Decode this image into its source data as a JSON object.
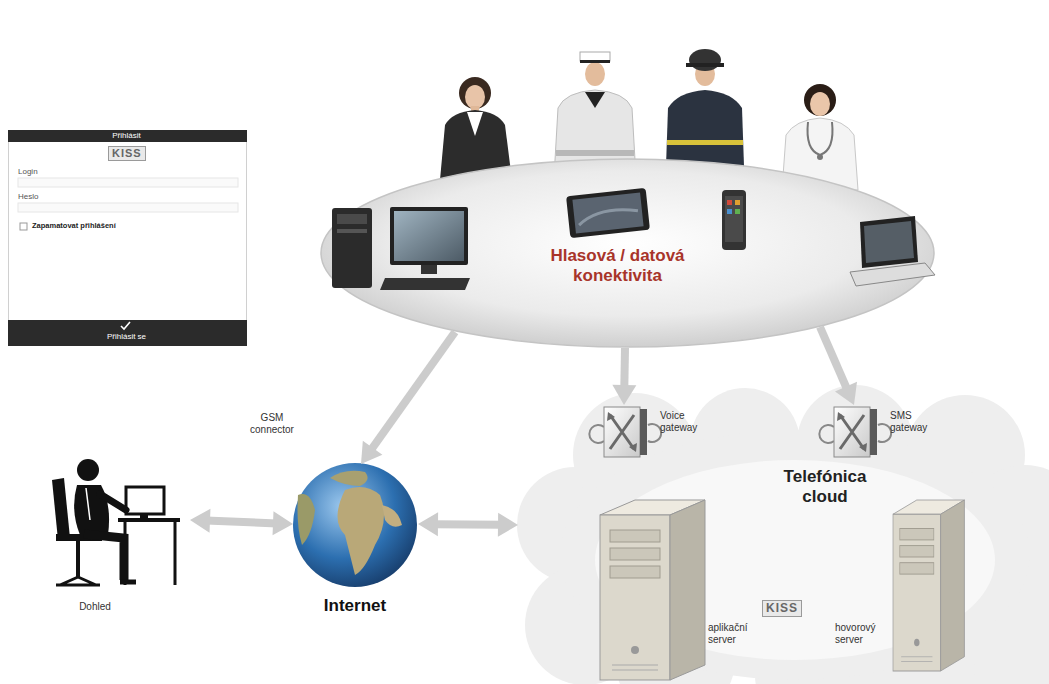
{
  "diagram": {
    "nodes": [
      {
        "text": [
          "Přihlásit",
          "KISS",
          "Login",
          "Heslo",
          "Zapamatovat přihlášení",
          "Přihlásit se"
        ]
      },
      {
        "text": [
          "Hlasová / datová konektivita"
        ]
      },
      {
        "text": [
          "Dohled"
        ]
      },
      {
        "text": [
          "Internet"
        ]
      },
      {
        "text": [
          "Telefónica cloud"
        ]
      },
      {
        "text": [
          "Voice gateway"
        ],
        "in": 4
      },
      {
        "text": [
          "SMS gateway"
        ],
        "in": 4
      },
      {
        "text": [
          "aplikační server"
        ],
        "in": 4
      },
      {
        "text": [
          "hovorový server"
        ],
        "in": 4
      }
    ],
    "edges": [
      {
        "from": 1,
        "to": 3,
        "arrow": "to"
      },
      {
        "from": 1,
        "to": 5,
        "arrow": "to"
      },
      {
        "from": 1,
        "to": 6,
        "arrow": "to"
      },
      {
        "from": 2,
        "to": 3,
        "arrow": "both"
      },
      {
        "from": 3,
        "to": 4,
        "arrow": "both"
      }
    ],
    "labels": [
      "GSM connector",
      "KISS"
    ]
  }
}
